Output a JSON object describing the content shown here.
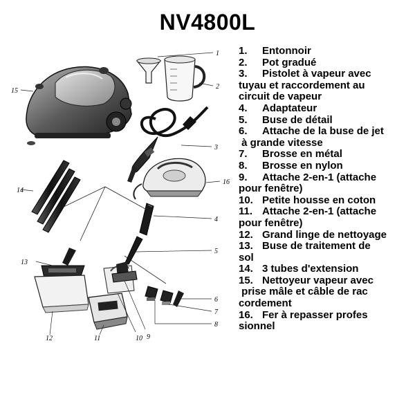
{
  "title": "NV4800L",
  "parts": [
    {
      "num": "1.",
      "lines": [
        "Entonnoir"
      ]
    },
    {
      "num": "2.",
      "lines": [
        "Pot gradué"
      ]
    },
    {
      "num": "3.",
      "lines": [
        "Pistolet à vapeur avec",
        "tuyau et raccordement au",
        "circuit de vapeur"
      ]
    },
    {
      "num": "4.",
      "lines": [
        "Adaptateur"
      ]
    },
    {
      "num": "5.",
      "lines": [
        "Buse de détail"
      ]
    },
    {
      "num": "6.",
      "lines": [
        "Attache de la buse de jet",
        " à grande vitesse"
      ]
    },
    {
      "num": "7.",
      "lines": [
        "Brosse en métal"
      ]
    },
    {
      "num": "8.",
      "lines": [
        "Brosse en nylon"
      ]
    },
    {
      "num": "9.",
      "lines": [
        "Attache 2-en-1 (attache",
        "pour fenêtre)"
      ]
    },
    {
      "num": "10.",
      "lines": [
        "Petite housse en coton"
      ]
    },
    {
      "num": "11.",
      "lines": [
        "Attache 2-en-1 (attache",
        "pour fenêtre)"
      ]
    },
    {
      "num": "12.",
      "lines": [
        "Grand linge de nettoyage"
      ]
    },
    {
      "num": "13.",
      "lines": [
        "Buse de traitement de",
        "sol"
      ]
    },
    {
      "num": "14.",
      "lines": [
        "3 tubes d'extension"
      ]
    },
    {
      "num": "15.",
      "lines": [
        "Nettoyeur vapeur avec",
        " prise mâle et câble de rac",
        "cordement"
      ]
    },
    {
      "num": "16.",
      "lines": [
        "Fer à repasser profes",
        "sionnel"
      ]
    }
  ],
  "callouts": [
    "1",
    "2",
    "3",
    "4",
    "5",
    "6",
    "7",
    "8",
    "9",
    "10",
    "11",
    "12",
    "13",
    "14",
    "15",
    "16"
  ]
}
